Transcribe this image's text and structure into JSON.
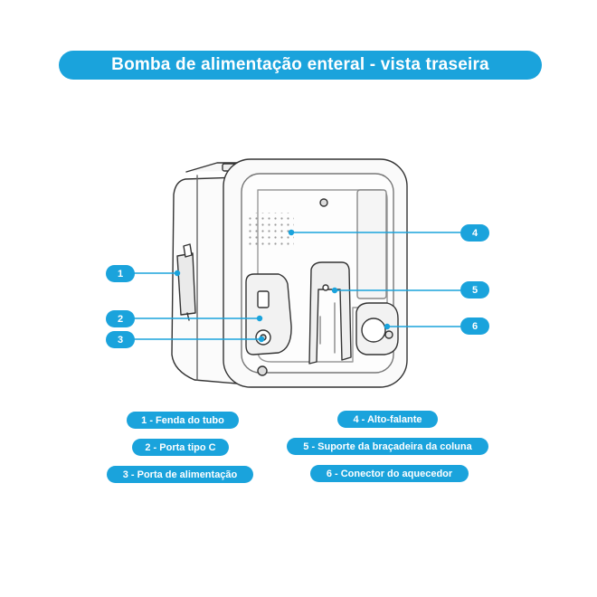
{
  "title": "Bomba de alimentação enteral - vista traseira",
  "callouts": [
    {
      "number": "1",
      "label": "1 - Fenda do tubo"
    },
    {
      "number": "2",
      "label": "2 - Porta tipo C"
    },
    {
      "number": "3",
      "label": "3 - Porta de alimentação"
    },
    {
      "number": "4",
      "label": "4 - Alto-falante"
    },
    {
      "number": "5",
      "label": "5 - Suporte da braçadeira da coluna"
    },
    {
      "number": "6",
      "label": "6 - Conector do aquecedor"
    }
  ],
  "colors": {
    "accent": "#1aa3dc",
    "line_art": "#333333",
    "background": "#ffffff"
  }
}
